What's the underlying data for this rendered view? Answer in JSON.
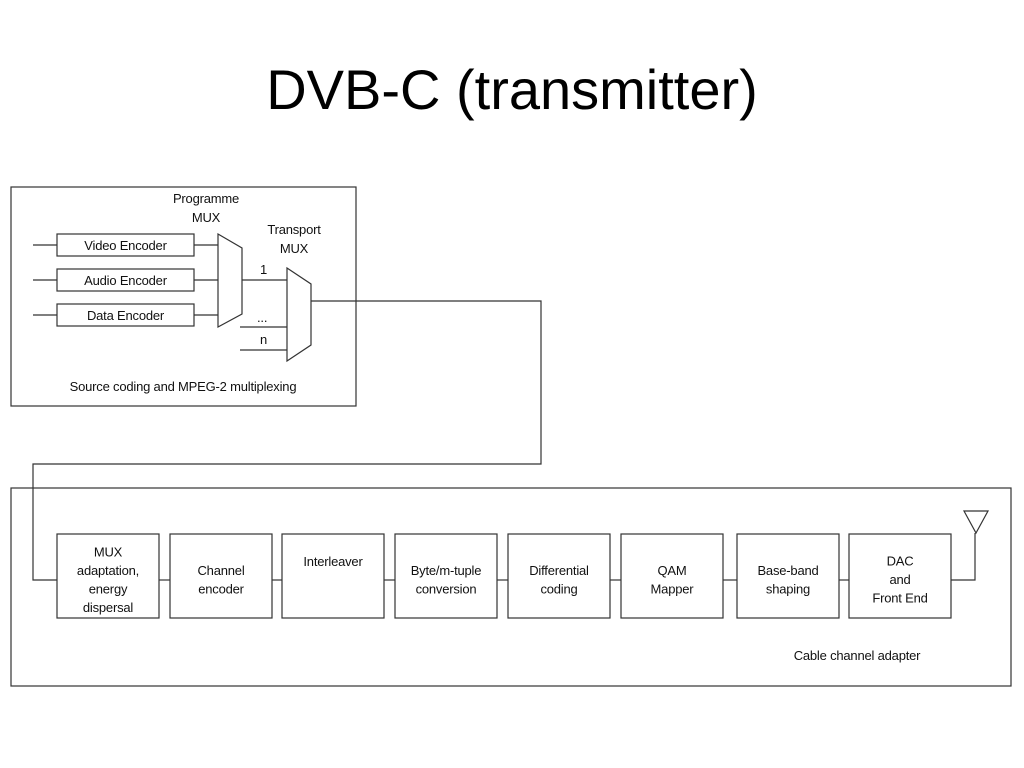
{
  "title": "DVB-C (transmitter)",
  "source_section": {
    "caption": "Source coding and MPEG-2 multiplexing",
    "programme_mux_label": [
      "Programme",
      "MUX"
    ],
    "transport_mux_label": [
      "Transport",
      "MUX"
    ],
    "encoders": [
      "Video Encoder",
      "Audio Encoder",
      "Data Encoder"
    ],
    "mux_inputs": [
      "1",
      "...",
      "n"
    ]
  },
  "channel_section": {
    "caption": "Cable channel adapter",
    "blocks": [
      {
        "lines": [
          "MUX",
          "adaptation,",
          "energy",
          "dispersal"
        ]
      },
      {
        "lines": [
          "Channel",
          "encoder"
        ]
      },
      {
        "lines": [
          "Interleaver"
        ]
      },
      {
        "lines": [
          "Byte/m-tuple",
          "conversion"
        ]
      },
      {
        "lines": [
          "Differential",
          "coding"
        ]
      },
      {
        "lines": [
          "QAM",
          "Mapper"
        ]
      },
      {
        "lines": [
          "Base-band",
          "shaping"
        ]
      },
      {
        "lines": [
          "DAC",
          "and",
          "Front End"
        ]
      }
    ]
  }
}
